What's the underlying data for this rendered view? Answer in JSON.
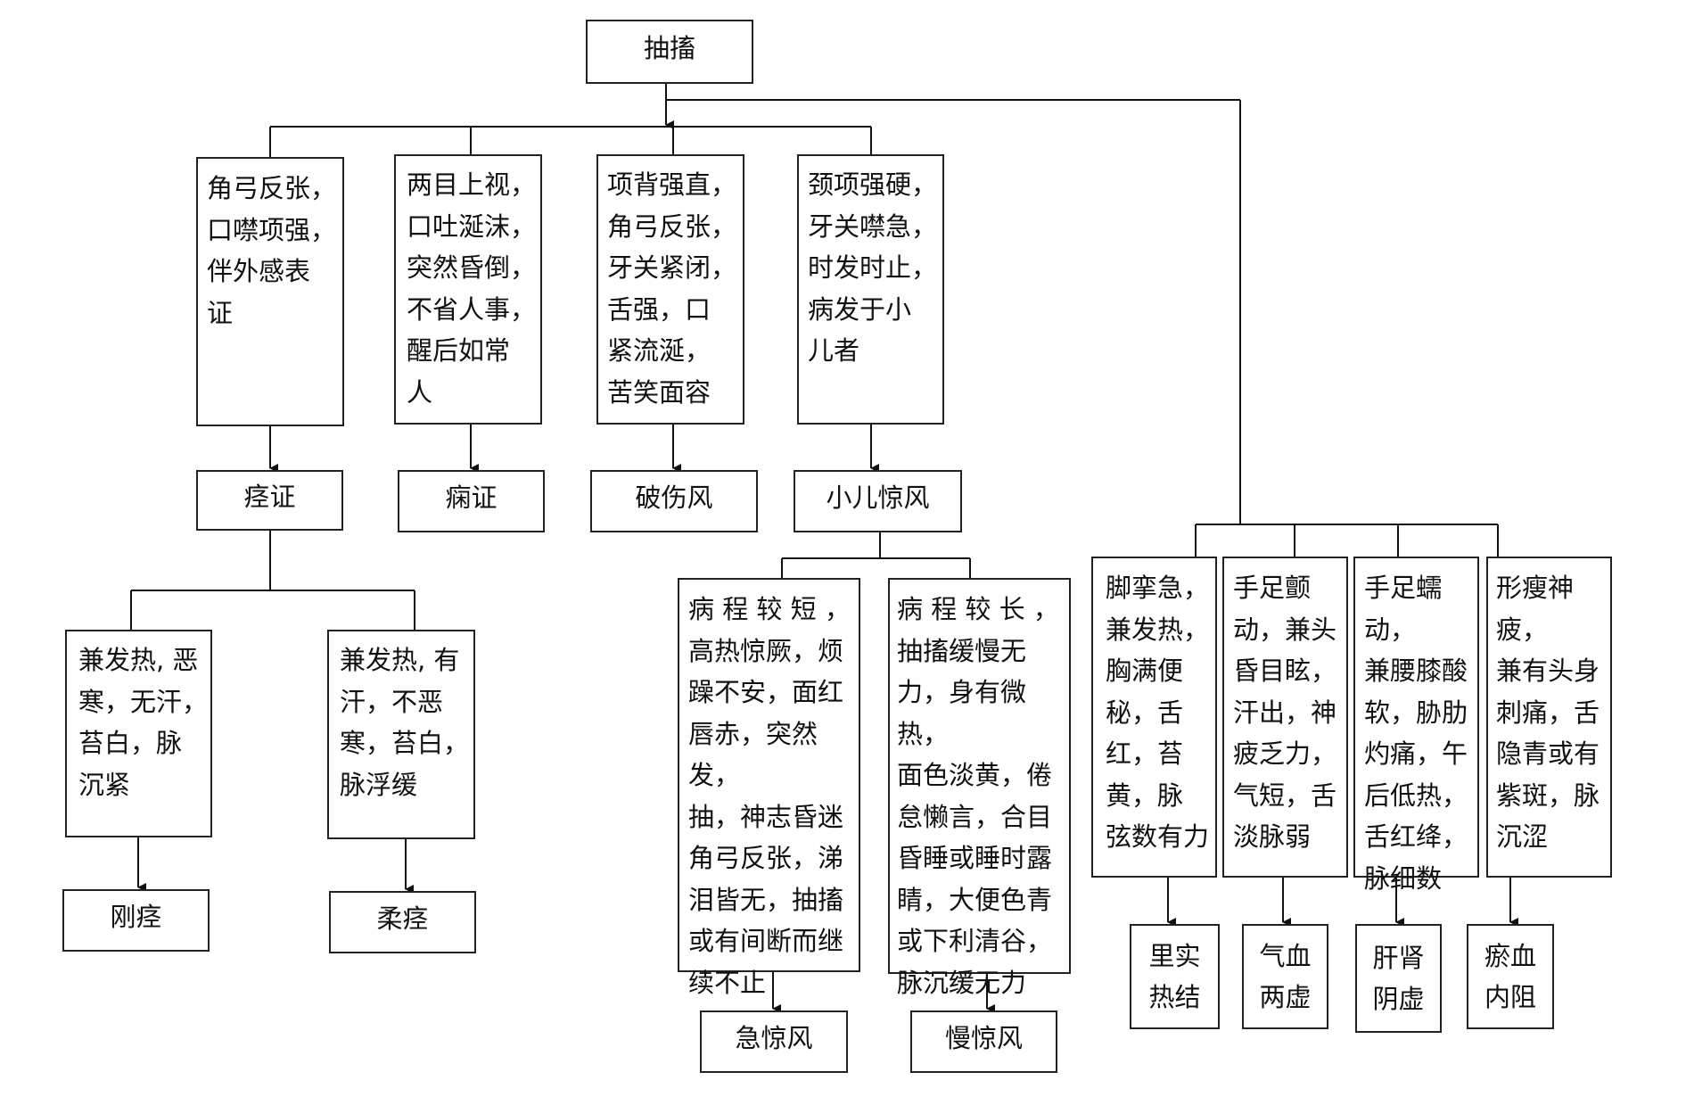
{
  "root": "抽搐",
  "branches": {
    "jing": {
      "symptom": "角弓反张，\n口噤项强，\n伴外感表\n证",
      "diagnosis": "痉证",
      "children": [
        {
          "symptom": "兼发热, 恶\n寒，无汗，\n苔白，脉\n沉紧",
          "diagnosis": "刚痉"
        },
        {
          "symptom": "兼发热, 有\n汗，不恶\n寒，苔白，\n脉浮缓",
          "diagnosis": "柔痉"
        }
      ]
    },
    "xian": {
      "symptom": "两目上视，\n口吐涎沫，\n突然昏倒，\n不省人事，\n醒后如常\n人",
      "diagnosis": "痫证"
    },
    "poshangfeng": {
      "symptom": "项背强直，\n角弓反张，\n牙关紧闭，\n舌强，口\n紧流涎，\n苦笑面容",
      "diagnosis": "破伤风"
    },
    "jingfeng": {
      "symptom": "颈项强硬，\n牙关噤急，\n时发时止，\n病发于小\n儿者",
      "diagnosis": "小儿惊风",
      "children": [
        {
          "symptom": "病 程 较 短 ，\n高热惊厥，烦\n躁不安，面红\n唇赤，突然发，\n抽，神志昏迷\n角弓反张，涕\n泪皆无，抽搐\n或有间断而继\n续不止",
          "diagnosis": "急惊风"
        },
        {
          "symptom": "病 程 较 长 ，\n抽搐缓慢无\n力，身有微热，\n面色淡黄，倦\n怠懒言，合目\n昏睡或睡时露\n睛，大便色青\n或下利清谷，\n脉沉缓无力",
          "diagnosis": "慢惊风"
        }
      ]
    },
    "other": [
      {
        "symptom": "脚挛急，\n兼发热，\n胸满便\n秘，舌\n红，苔\n黄，脉\n弦数有力",
        "diagnosis": "里实\n热结"
      },
      {
        "symptom": "手足颤\n动，兼头\n昏目眩，\n汗出，神\n疲乏力，\n气短，舌\n淡脉弱",
        "diagnosis": "气血\n两虚"
      },
      {
        "symptom": "手足蠕动，\n兼腰膝酸\n软，胁肋\n灼痛，午\n后低热，\n舌红绛，\n脉细数",
        "diagnosis": "肝肾\n阴虚"
      },
      {
        "symptom": "形瘦神疲，\n兼有头身\n刺痛，舌\n隐青或有\n紫斑，脉\n沉涩",
        "diagnosis": "瘀血\n内阻"
      }
    ]
  }
}
